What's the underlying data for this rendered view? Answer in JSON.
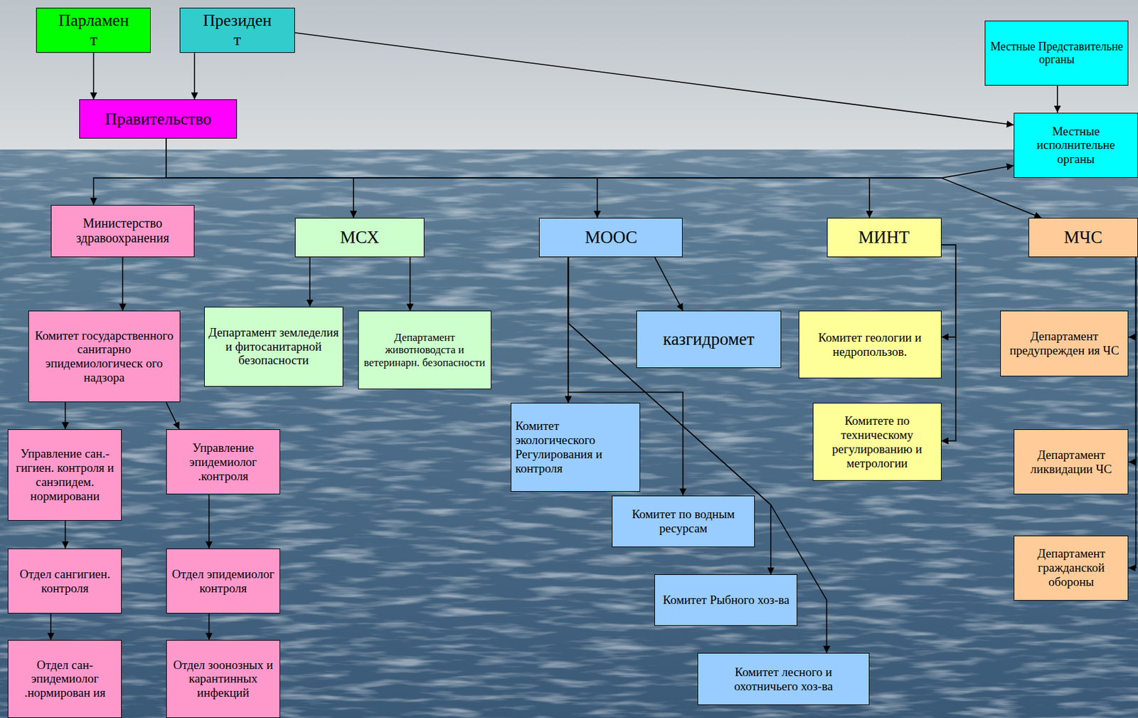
{
  "diagram": {
    "nodes": [
      {
        "text": [
          "Парламен т"
        ]
      },
      {
        "text": [
          "Президен т"
        ]
      },
      {
        "text": [
          "Местные Представительне органы"
        ]
      },
      {
        "text": [
          "Правительство"
        ]
      },
      {
        "text": [
          "Местные исполнительне органы"
        ]
      },
      {
        "text": [
          "Министерство здравоохранения"
        ]
      },
      {
        "text": [
          "МСХ"
        ]
      },
      {
        "text": [
          "МООС"
        ]
      },
      {
        "text": [
          "МИНТ"
        ]
      },
      {
        "text": [
          "МЧС"
        ]
      },
      {
        "text": [
          "Комитет государственного санитарно эпидемиологическ ого надзора"
        ]
      },
      {
        "text": [
          "Департамент земледелия и фитосанитарной безопасности"
        ]
      },
      {
        "text": [
          "Департамент животноводста и ветеринарн. безопасности"
        ]
      },
      {
        "text": [
          "казгидромет"
        ]
      },
      {
        "text": [
          "Комитет геологии и недропользов."
        ]
      },
      {
        "text": [
          "Департамент предупрежден ия ЧС"
        ]
      },
      {
        "text": [
          "Управление сан.-гигиен. контроля и санэпидем. нормировани"
        ]
      },
      {
        "text": [
          "Управление эпидемиолог .контроля"
        ]
      },
      {
        "text": [
          "Комитет экологического Регулирования и контроля"
        ]
      },
      {
        "text": [
          "Комитете по техническому регулированию и метрологии"
        ]
      },
      {
        "text": [
          "Департамент ликвидации ЧС"
        ]
      },
      {
        "text": [
          "Комитет по водным ресурсам"
        ]
      },
      {
        "text": [
          "Отдел сангигиен. контроля"
        ]
      },
      {
        "text": [
          "Отдел эпидемиолог контроля"
        ]
      },
      {
        "text": [
          "Департамент гражданской обороны"
        ]
      },
      {
        "text": [
          "Комитет Рыбного хоз-ва"
        ]
      },
      {
        "text": [
          "Отдел сан-эпидемиолог .нормирован ия"
        ]
      },
      {
        "text": [
          "Отдел зоонозных и карантинных инфекций"
        ]
      },
      {
        "text": [
          "Комитет лесного и охотничьего хоз-ва"
        ]
      }
    ],
    "edges": [
      {
        "from": 0,
        "to": 3,
        "arrow": "to"
      },
      {
        "from": 1,
        "to": 3,
        "arrow": "to"
      },
      {
        "from": 1,
        "to": 4,
        "arrow": "to"
      },
      {
        "from": 2,
        "to": 4,
        "arrow": "to"
      },
      {
        "from": 3,
        "to": 5,
        "arrow": "to"
      },
      {
        "from": 3,
        "to": 6,
        "arrow": "to"
      },
      {
        "from": 3,
        "to": 7,
        "arrow": "to"
      },
      {
        "from": 3,
        "to": 8,
        "arrow": "to"
      },
      {
        "from": 3,
        "to": 4,
        "arrow": "to"
      },
      {
        "from": 3,
        "to": 9,
        "arrow": "to"
      },
      {
        "from": 5,
        "to": 10,
        "arrow": "to"
      },
      {
        "from": 6,
        "to": 11,
        "arrow": "to"
      },
      {
        "from": 6,
        "to": 12,
        "arrow": "to"
      },
      {
        "from": 7,
        "to": 13,
        "arrow": "to"
      },
      {
        "from": 7,
        "to": 18,
        "arrow": "to"
      },
      {
        "from": 7,
        "to": 21,
        "arrow": "to"
      },
      {
        "from": 7,
        "to": 25,
        "arrow": "to"
      },
      {
        "from": 7,
        "to": 28,
        "arrow": "to"
      },
      {
        "from": 8,
        "to": 14,
        "arrow": "to"
      },
      {
        "from": 8,
        "to": 19,
        "arrow": "to"
      },
      {
        "from": 9,
        "to": 15,
        "arrow": "to"
      },
      {
        "from": 9,
        "to": 20,
        "arrow": "to"
      },
      {
        "from": 9,
        "to": 24,
        "arrow": "to"
      },
      {
        "from": 10,
        "to": 16,
        "arrow": "to"
      },
      {
        "from": 10,
        "to": 17,
        "arrow": "to"
      },
      {
        "from": 16,
        "to": 22,
        "arrow": "to"
      },
      {
        "from": 17,
        "to": 23,
        "arrow": "to"
      },
      {
        "from": 22,
        "to": 26,
        "arrow": "to"
      },
      {
        "from": 23,
        "to": 27,
        "arrow": "to"
      }
    ]
  }
}
